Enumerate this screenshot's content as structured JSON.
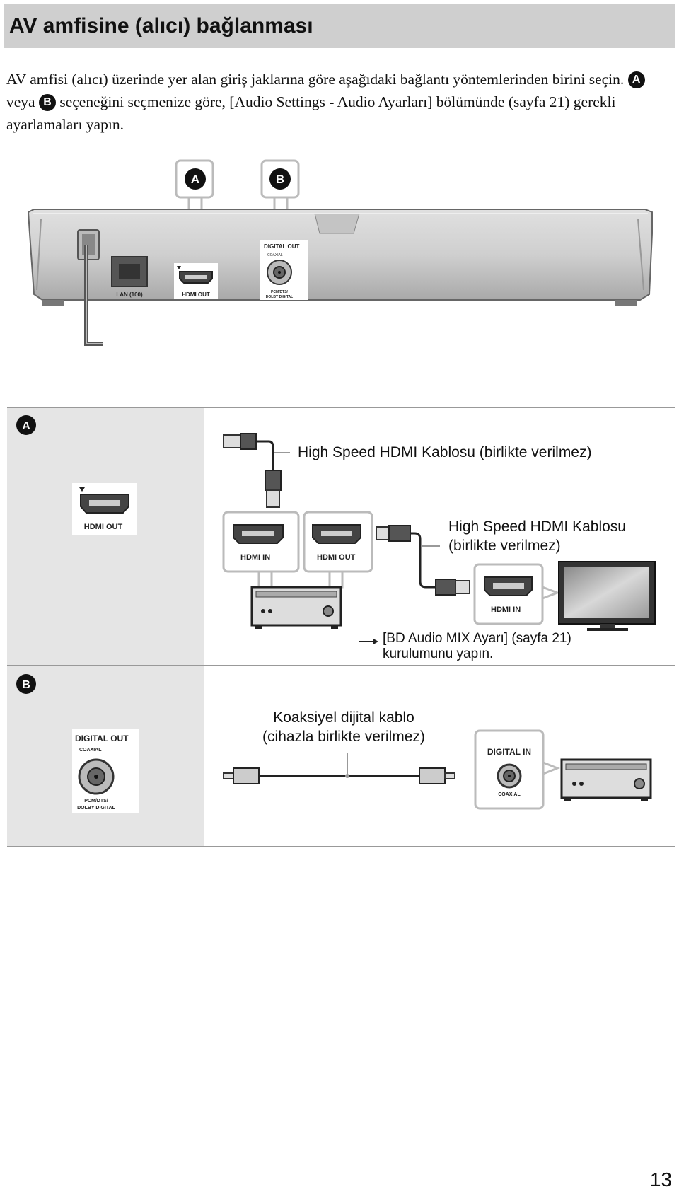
{
  "title": "AV amfisine (alıcı) bağlanması",
  "intro": {
    "part1": "AV amfisi (alıcı) üzerinde yer alan giriş jaklarına göre aşağıdaki bağlantı yöntemlerinden birini seçin.",
    "marker_a": "A",
    "part2": "veya",
    "marker_b": "B",
    "part3": "seçeneğini seçmenize göre, [Audio Settings - Audio Ayarları] bölümünde (sayfa 21) gerekli ayarlamaları yapın."
  },
  "device_panel": {
    "callout_a": "A",
    "callout_b": "B",
    "lan_label": "LAN (100)",
    "hdmi_out_label": "HDMI OUT",
    "digital_out_label": "DIGITAL OUT",
    "coaxial_label": "COAXIAL",
    "pcm_label_1": "PCM/DTS/",
    "pcm_label_2": "DOLBY DIGITAL"
  },
  "section_a": {
    "marker": "A",
    "port_label": "HDMI OUT",
    "cable_label_1": "High Speed HDMI Kablosu (birlikte verilmez)",
    "cable_label_2_line1": "High Speed HDMI Kablosu",
    "cable_label_2_line2": "(birlikte verilmez)",
    "amp_hdmi_in": "HDMI IN",
    "amp_hdmi_out": "HDMI OUT",
    "tv_hdmi_in": "HDMI IN",
    "note_line1": "[BD Audio MIX Ayarı] (sayfa 21)",
    "note_line2": "kurulumunu yapın."
  },
  "section_b": {
    "marker": "B",
    "port_label_1": "DIGITAL OUT",
    "port_label_2": "COAXIAL",
    "port_label_3": "PCM/DTS/",
    "port_label_4": "DOLBY DIGITAL",
    "cable_label_line1": "Koaksiyel dijital kablo",
    "cable_label_line2": "(cihazla birlikte verilmez)",
    "amp_digital_in": "DIGITAL IN",
    "amp_coaxial": "COAXIAL"
  },
  "page_number": "13"
}
